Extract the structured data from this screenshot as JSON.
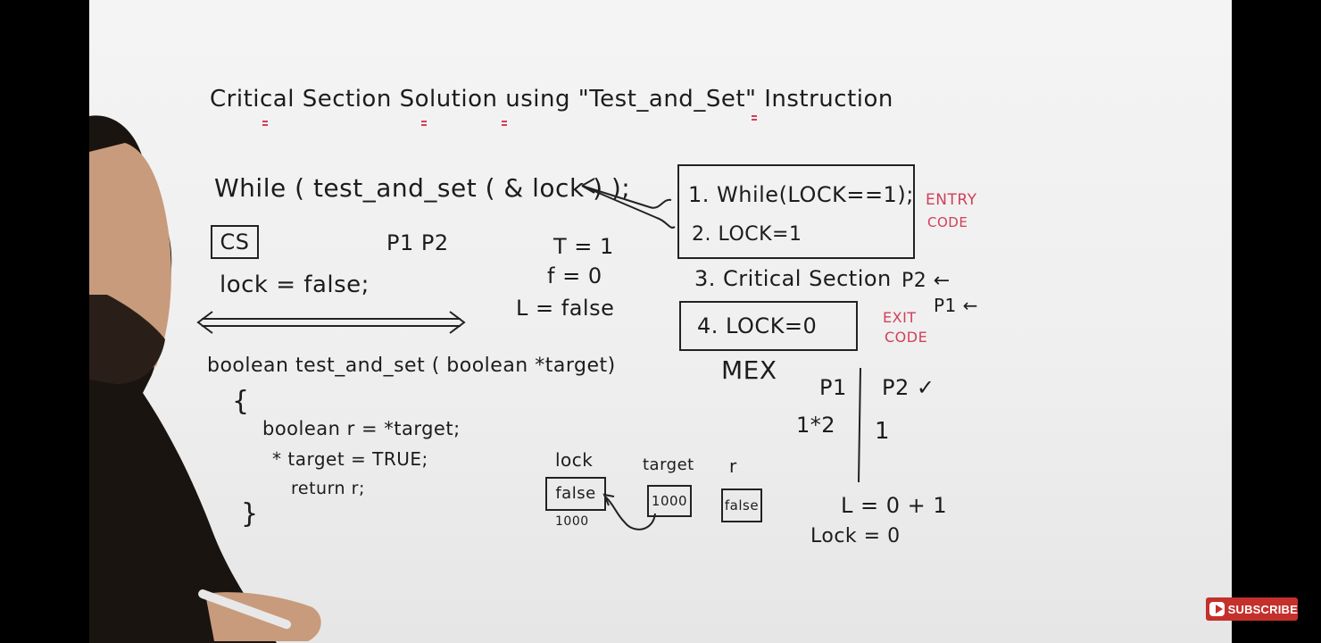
{
  "board": {
    "title": "Critical Section Solution using \"Test_and_Set\" Instruction",
    "while_line": "While ( test_and_set ( & lock ) );",
    "cs_box": "CS",
    "processes_top": "P1   P2",
    "lock_false": "lock = false;",
    "tf_values": [
      "T = 1",
      "f = 0",
      "L = false"
    ],
    "entry_steps": [
      "1. While(LOCK==1);",
      "2. LOCK=1"
    ],
    "entry_label": [
      "ENTRY",
      "CODE"
    ],
    "step3": "3. Critical Section",
    "step3_procs": [
      "P2 ←",
      "P1 ←"
    ],
    "exit_step": "4. LOCK=0",
    "exit_label": [
      "EXIT",
      "CODE"
    ],
    "mex": "MEX",
    "func_sig": "boolean test_and_set ( boolean *target)",
    "func_open": "{",
    "func_body": [
      "boolean r = *target;",
      "* target = TRUE;",
      "return r;"
    ],
    "func_close": "}",
    "memory": {
      "lock_label": "lock",
      "lock_value": "false",
      "lock_addr": "1000",
      "target_label": "target",
      "target_value": "1000",
      "r_label": "r",
      "r_value": "false"
    },
    "table": {
      "p1": "P1",
      "p2": "P2 ✓",
      "p1_val": "1*2",
      "p2_val": "1",
      "L_line": "L = 0 + 1",
      "lock_line": "Lock = 0"
    }
  },
  "overlay": {
    "subscribe_label": "SUBSCRIBE"
  },
  "colors": {
    "ink": "#1c1c1c",
    "red_ink": "#d0405a",
    "board": "#f0f0f0",
    "subscribe_bg": "#c4302b"
  }
}
